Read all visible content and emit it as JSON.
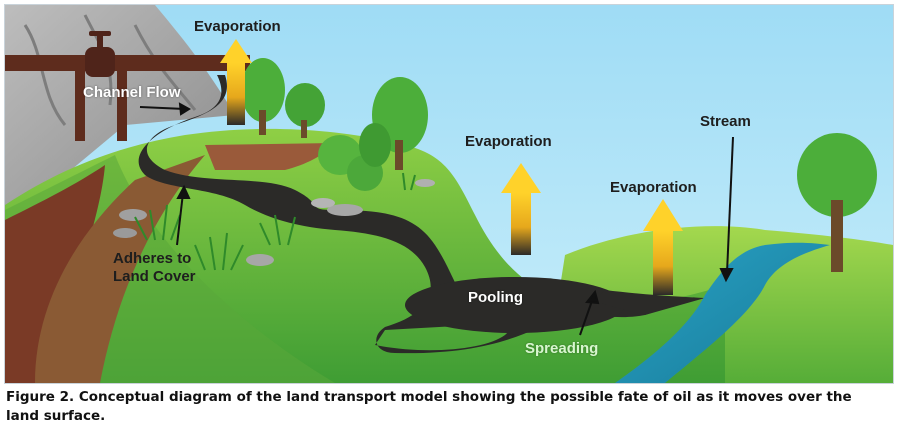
{
  "diagram": {
    "labels": {
      "evaporation_top": "Evaporation",
      "channel_flow": "Channel Flow",
      "evaporation_middle": "Evaporation",
      "evaporation_right": "Evaporation",
      "stream": "Stream",
      "adheres_line1": "Adheres to",
      "adheres_line2": "Land Cover",
      "pooling": "Pooling",
      "spreading": "Spreading"
    },
    "colors": {
      "sky": "#aee3f7",
      "grass_light": "#9bd24a",
      "grass_dark": "#3d9a34",
      "oil": "#2b2a28",
      "stream_water": "#1e8fb0",
      "soil": "#7a4a2c",
      "pipe": "#5e2c1d",
      "evaporation_arrow": "#f6c21a",
      "rock": "#9a9a9a",
      "tree_canopy": "#4cae3a"
    }
  },
  "caption": {
    "text": "Figure 2. Conceptual diagram of the land transport model showing the possible fate of oil as it moves over the land surface."
  }
}
